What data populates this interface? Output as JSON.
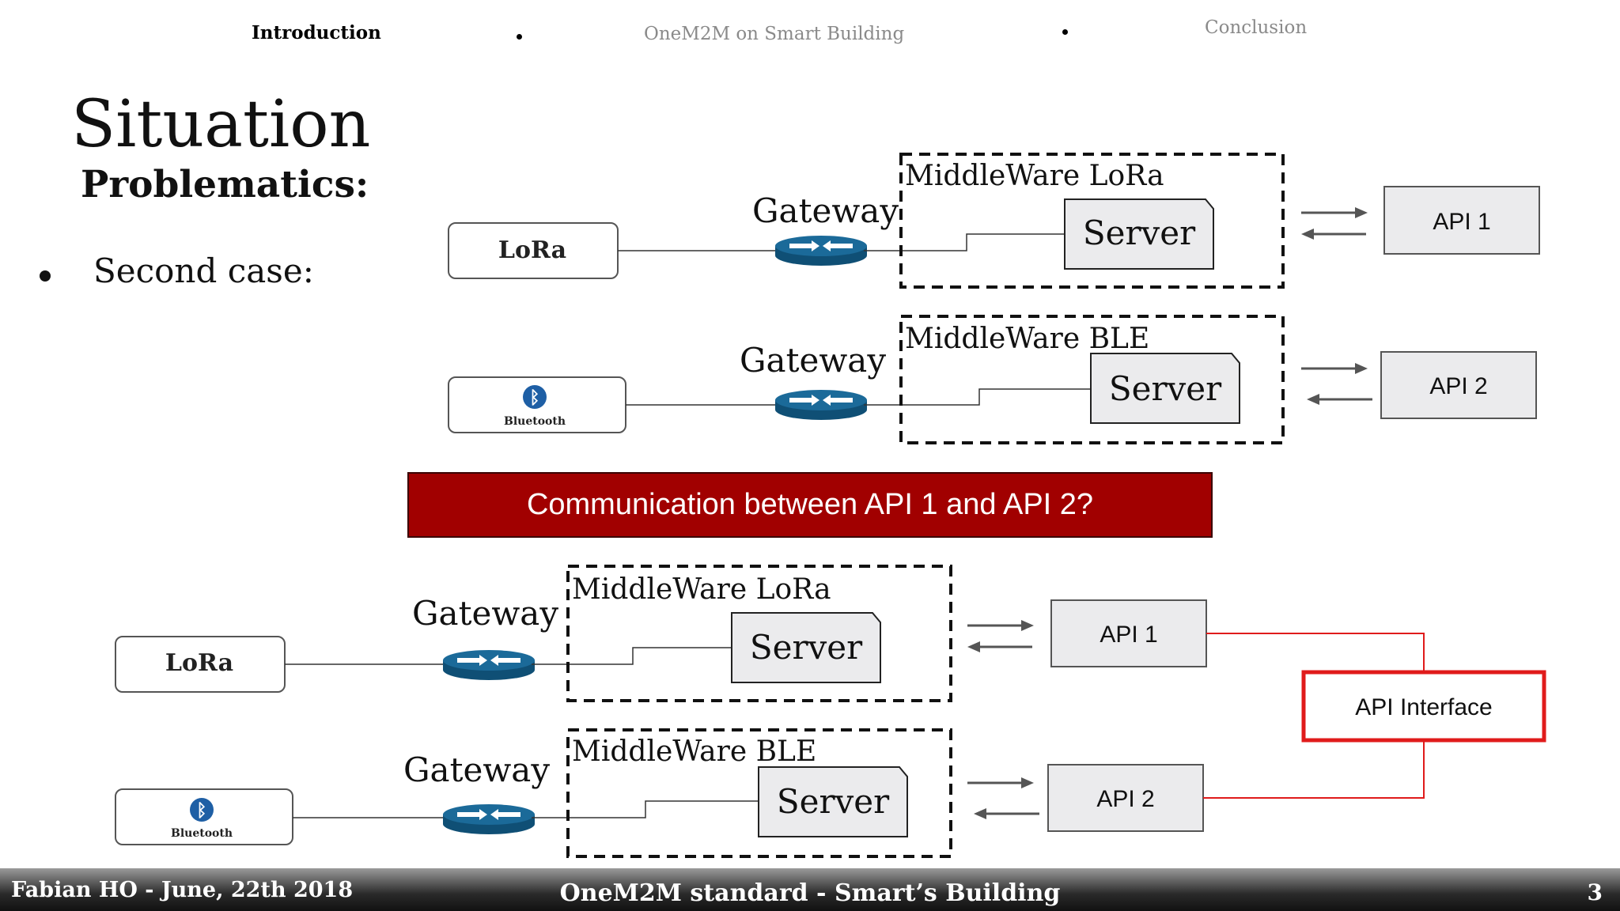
{
  "nav": {
    "items": [
      "Introduction",
      "OneM2M on Smart Building",
      "Conclusion"
    ],
    "active_color": "#000000",
    "inactive_color": "#8a8a8a"
  },
  "slide": {
    "title": "Situation",
    "subtitle": "Problematics:",
    "bullet": "Second case:"
  },
  "diagram": {
    "gateway_label": "Gateway",
    "middleware_lora": "MiddleWare LoRa",
    "middleware_ble": "MiddleWare BLE",
    "server_label": "Server",
    "api1": "API 1",
    "api2": "API 2",
    "api_interface": "API Interface",
    "lora_logo": "LoRa",
    "bluetooth_logo": "Bluetooth",
    "router_color": "#1b6a99",
    "interface_color": "#e01b1b"
  },
  "question": "Communication between API 1 and API 2?",
  "question_color": "#a10000",
  "footer": {
    "author_date": "Fabian HO   -   June, 22th  2018",
    "title": "OneM2M standard - Smart’s Building",
    "page_number": "3"
  }
}
